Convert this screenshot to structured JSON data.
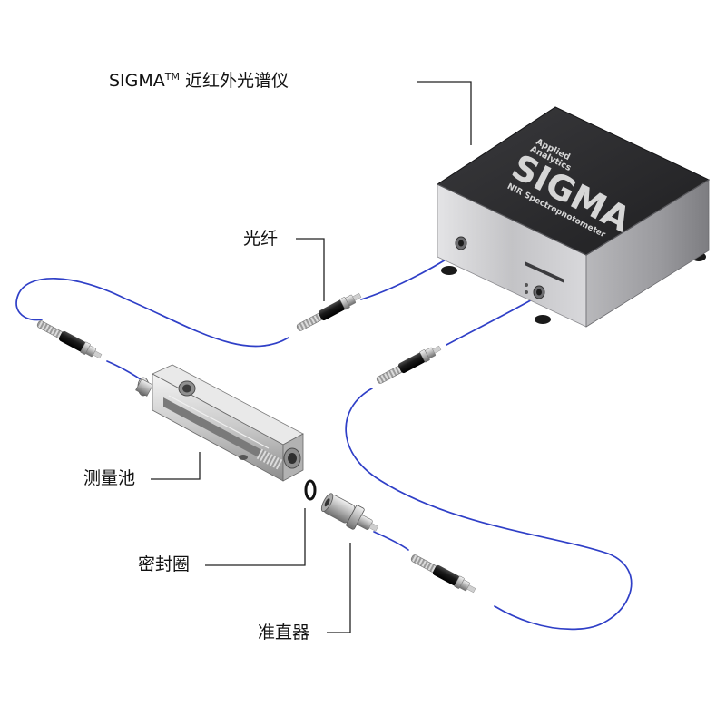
{
  "labels": {
    "spectrometer_name": "SIGMA",
    "spectrometer_tm": "TM",
    "spectrometer_desc": " 近红外光谱仪",
    "fiber": "光纤",
    "measurement_cell": "测量池",
    "seal_ring": "密封圈",
    "collimator": "准直器"
  },
  "instrument": {
    "brand_line1": "Applied",
    "brand_line2": "Analytics",
    "model": "SIGMA",
    "subtitle": "NIR Spectrophotometer"
  },
  "colors": {
    "fiber": "#2f3fc7",
    "housing_top": "#2c2c2e",
    "housing_side": "#c9c9cc",
    "leader_line": "#222222"
  }
}
